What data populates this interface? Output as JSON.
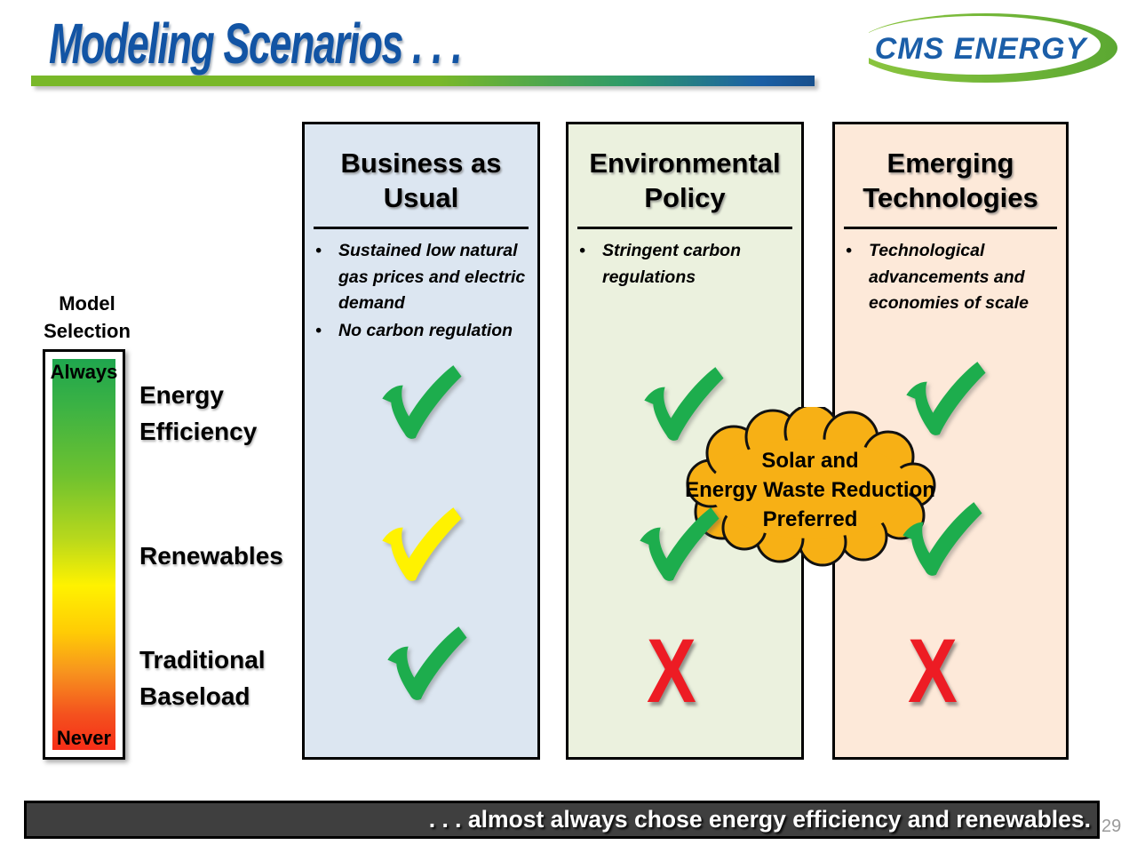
{
  "slide": {
    "title": "Modeling Scenarios . . .",
    "footer": ". . . almost always chose energy efficiency and renewables.",
    "page_number": "29"
  },
  "logo": {
    "text": "CMS ENERGY"
  },
  "model_selection": {
    "label": "Model Selection",
    "top_label": "Always",
    "bottom_label": "Never"
  },
  "rows": [
    {
      "label": "Energy Efficiency"
    },
    {
      "label": "Renewables"
    },
    {
      "label": "Traditional Baseload"
    }
  ],
  "columns": [
    {
      "title": "Business as Usual",
      "bullets": [
        "Sustained low natural gas prices and electric demand",
        "No carbon regulation"
      ],
      "marks": [
        "check-green",
        "check-yellow",
        "check-green"
      ]
    },
    {
      "title": "Environmental Policy",
      "bullets": [
        "Stringent carbon regulations"
      ],
      "marks": [
        "check-green",
        "check-green",
        "x-red"
      ]
    },
    {
      "title": "Emerging Technologies",
      "bullets": [
        "Technological advancements and economies of scale"
      ],
      "marks": [
        "check-green",
        "check-green",
        "x-red"
      ]
    }
  ],
  "marks": {
    "x": "X"
  },
  "callout": {
    "lines": [
      "Solar and",
      "Energy Waste Reduction",
      "Preferred"
    ]
  },
  "colors": {
    "title_blue": "#1254A4",
    "underline_green": "#79B829",
    "underline_blue": "#1B5FA5",
    "column_bau_bg": "#DCE6F1",
    "column_env_bg": "#EBF1DE",
    "column_emg_bg": "#FDE9D9",
    "scale_top_green": "#1FA64E",
    "scale_bottom_red": "#F62D17",
    "check_green": "#1DAD4D",
    "check_yellow": "#FFF200",
    "x_red": "#ED1C24",
    "cloud_gold": "#F7B015",
    "footer_bg": "#3F3F3F",
    "logo_swoosh_green": "#72B844",
    "logo_text_blue": "#1B5EA8"
  }
}
